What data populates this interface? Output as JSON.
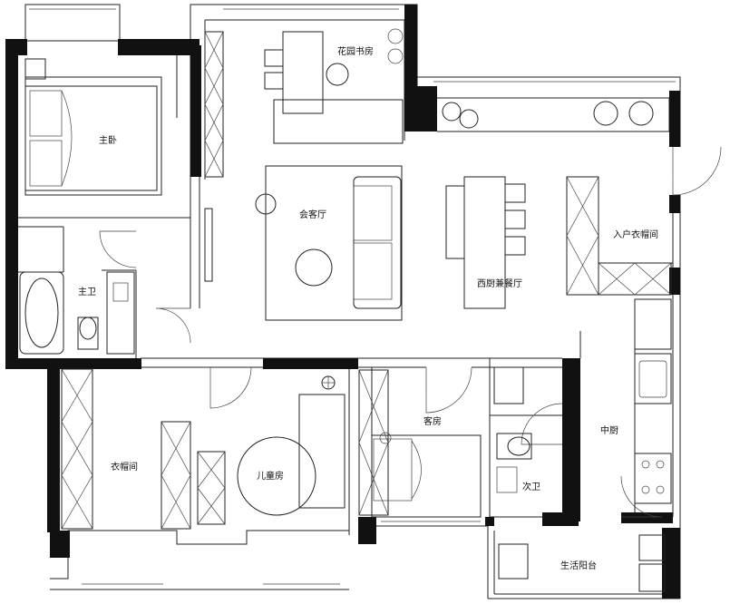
{
  "rooms": {
    "master_bedroom": "主卧",
    "master_bath": "主卫",
    "garden_study": "花园书房",
    "living_room": "会客厅",
    "dining": "西厨兼餐厅",
    "entry_cloak": "入户衣帽间",
    "walk_in_closet": "衣帽间",
    "kids_room": "儿童房",
    "guest_room": "客房",
    "second_bath": "次卫",
    "kitchen": "中厨",
    "service_balcony": "生活阳台"
  }
}
